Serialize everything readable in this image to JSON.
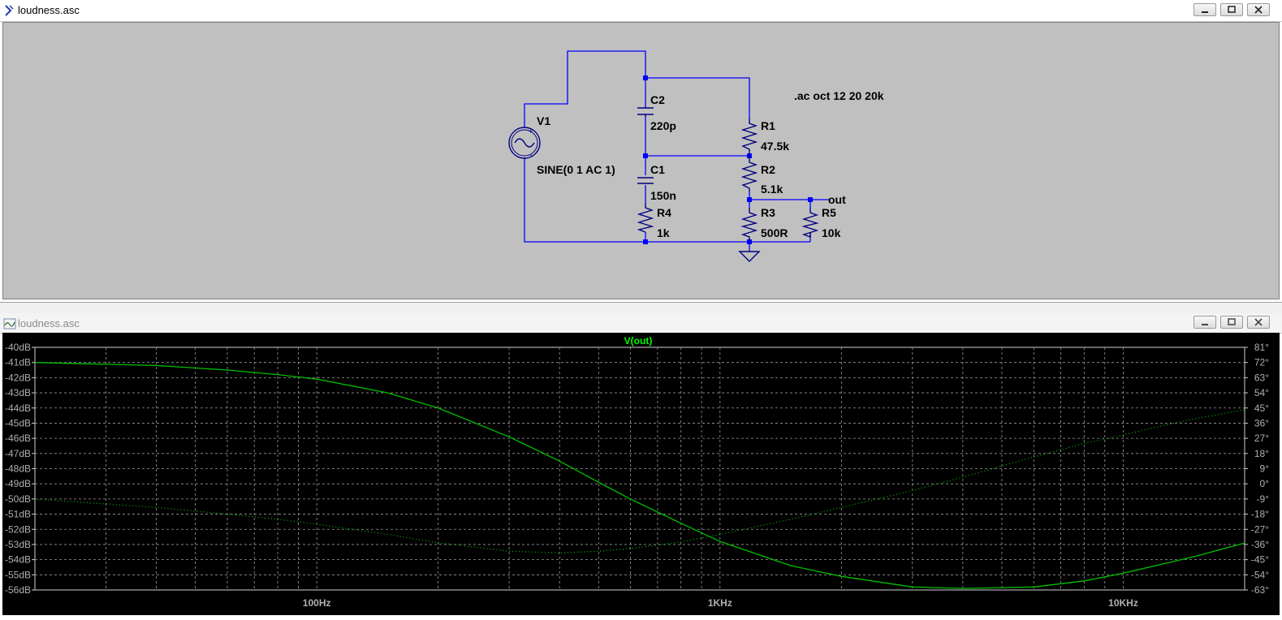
{
  "schematic_window": {
    "title": "loudness.asc",
    "directive": ".ac oct 12 20 20k",
    "components": [
      {
        "ref": "V1",
        "value": "SINE(0 1 AC 1)"
      },
      {
        "ref": "C2",
        "value": "220p"
      },
      {
        "ref": "C1",
        "value": "150n"
      },
      {
        "ref": "R4",
        "value": "1k"
      },
      {
        "ref": "R1",
        "value": "47.5k"
      },
      {
        "ref": "R2",
        "value": "5.1k"
      },
      {
        "ref": "R3",
        "value": "500R"
      },
      {
        "ref": "R5",
        "value": "10k"
      }
    ],
    "net_label": "out",
    "colors": {
      "background": "#c0c0c0",
      "wire": "#0000ff",
      "component": "#000080"
    }
  },
  "plot_window": {
    "title": "loudness.asc",
    "colors": {
      "background": "#000000",
      "trace": "#00c000",
      "grid": "#9a9a9a",
      "title": "#00ff00"
    }
  },
  "chart_data": {
    "type": "line",
    "title": "V(out)",
    "x_scale": "log",
    "xlim": [
      20,
      20000
    ],
    "x_ticks": [
      {
        "value": 100,
        "label": "100Hz"
      },
      {
        "value": 1000,
        "label": "1KHz"
      },
      {
        "value": 10000,
        "label": "10KHz"
      }
    ],
    "y_left": {
      "unit": "dB",
      "range": [
        -56,
        -40
      ],
      "ticks": [
        "-40dB",
        "-41dB",
        "-42dB",
        "-43dB",
        "-44dB",
        "-45dB",
        "-46dB",
        "-47dB",
        "-48dB",
        "-49dB",
        "-50dB",
        "-51dB",
        "-52dB",
        "-53dB",
        "-54dB",
        "-55dB",
        "-56dB"
      ]
    },
    "y_right": {
      "unit": "deg",
      "range": [
        -63,
        81
      ],
      "ticks": [
        "81°",
        "72°",
        "63°",
        "54°",
        "45°",
        "36°",
        "27°",
        "18°",
        "9°",
        "0°",
        "-9°",
        "-18°",
        "-27°",
        "-36°",
        "-45°",
        "-54°",
        "-63°"
      ]
    },
    "grid": true,
    "series": [
      {
        "style": "solid",
        "axis": "left",
        "x": [
          20,
          40,
          60,
          80,
          100,
          150,
          200,
          300,
          400,
          500,
          600,
          800,
          1000,
          1500,
          2000,
          3000,
          4000,
          6000,
          8000,
          10000,
          12000,
          15000,
          20000
        ],
        "y": [
          -41.0,
          -41.2,
          -41.5,
          -41.8,
          -42.1,
          -43.0,
          -44.0,
          -45.9,
          -47.5,
          -48.9,
          -50.0,
          -51.6,
          -52.8,
          -54.4,
          -55.1,
          -55.8,
          -55.9,
          -55.8,
          -55.4,
          -54.9,
          -54.4,
          -53.8,
          -52.9
        ]
      },
      {
        "style": "dotted",
        "axis": "right",
        "x": [
          20,
          40,
          60,
          80,
          100,
          150,
          200,
          300,
          400,
          500,
          600,
          800,
          1000,
          1500,
          2000,
          3000,
          4000,
          6000,
          8000,
          10000,
          12000,
          15000,
          20000
        ],
        "y": [
          -9,
          -14,
          -18,
          -21,
          -24,
          -30,
          -35,
          -40,
          -41,
          -40,
          -38.5,
          -34.5,
          -30,
          -21,
          -14,
          -4,
          4,
          16,
          24,
          29,
          33.5,
          38.5,
          44
        ]
      }
    ]
  }
}
